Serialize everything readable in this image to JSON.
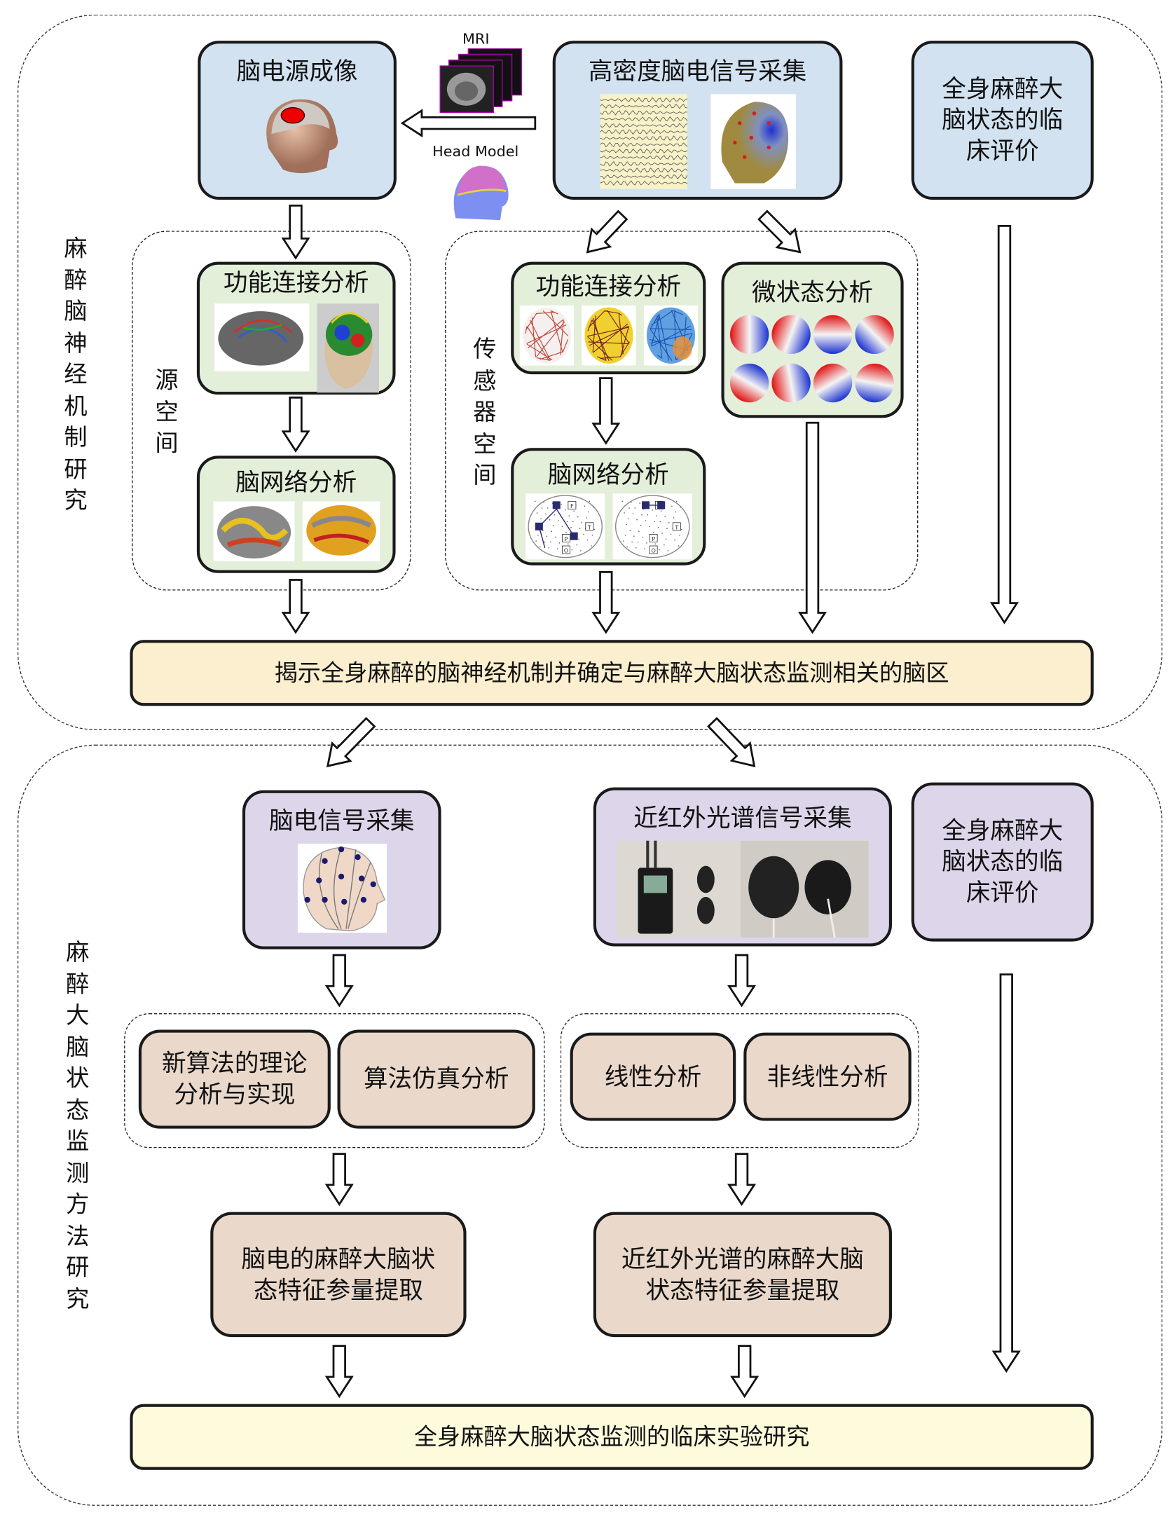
{
  "top_section": {
    "side_label": "麻醉脑神经机制研究",
    "source_imaging": "脑电源成像",
    "mri_label": "MRI",
    "head_model_label": "Head Model",
    "hd_eeg": "高密度脑电信号采集",
    "clinical_eval": "全身麻醉大脑状态的临床评价",
    "source_space": {
      "label": "源空间",
      "functional_connectivity": "功能连接分析",
      "brain_network": "脑网络分析"
    },
    "sensor_space": {
      "label": "传感器空间",
      "functional_connectivity": "功能连接分析",
      "microstate": "微状态分析",
      "brain_network": "脑网络分析",
      "network_node_labels": [
        "F",
        "T",
        "P",
        "O"
      ]
    },
    "conclusion": "揭示全身麻醉的脑神经机制并确定与麻醉大脑状态监测相关的脑区"
  },
  "bottom_section": {
    "side_label": "麻醉大脑状态监测方法研究",
    "eeg_acquisition": "脑电信号采集",
    "nirs_acquisition": "近红外光谱信号采集",
    "clinical_eval": "全身麻醉大脑状态的临床评价",
    "new_algorithm": "新算法的理论分析与实现",
    "algorithm_sim": "算法仿真分析",
    "linear": "线性分析",
    "nonlinear": "非线性分析",
    "eeg_features": "脑电的麻醉大脑状态特征参量提取",
    "nirs_features": "近红外光谱的麻醉大脑状态特征参量提取",
    "conclusion": "全身麻醉大脑状态监测的临床实验研究"
  },
  "colors": {
    "acquisition_blue": "#d2e2f1",
    "analysis_green": "#e3efd9",
    "conclusion_yellow": "#fcefcf",
    "monitoring_purple": "#ddd6ea",
    "method_tan": "#ead9cb"
  }
}
